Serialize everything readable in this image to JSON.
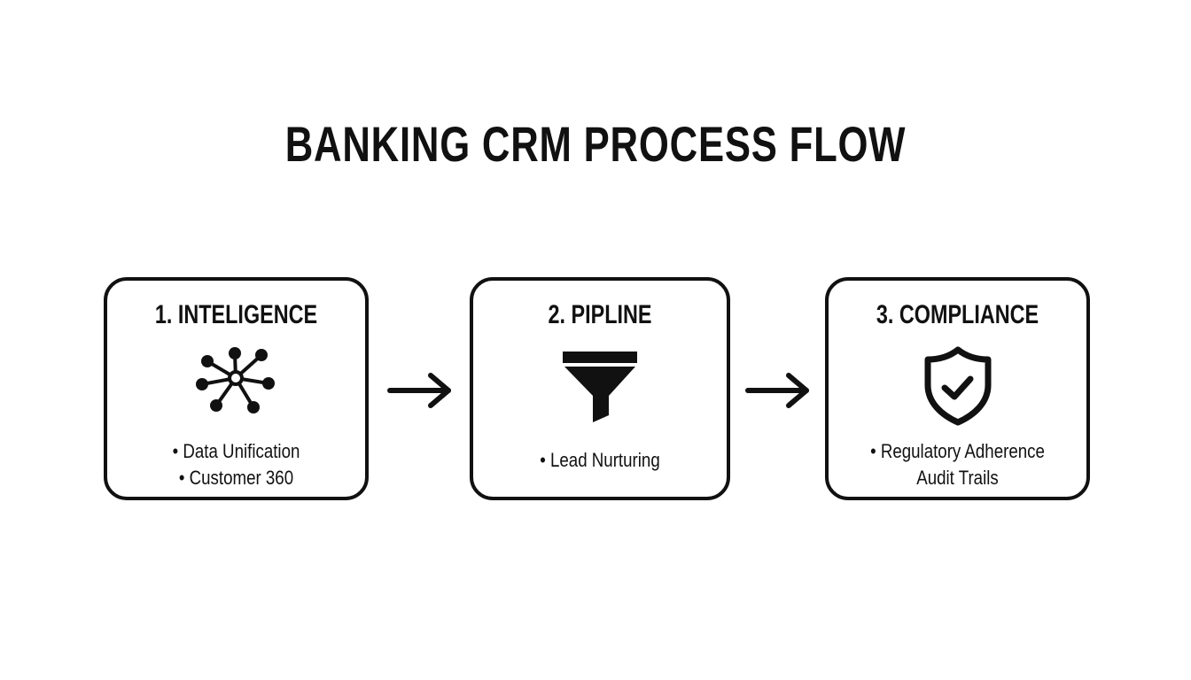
{
  "diagram": {
    "title": "BANKING CRM PROCESS FLOW",
    "steps": [
      {
        "title": "1. INTELIGENCE",
        "icon": "network-nodes-icon",
        "bullets": [
          "• Data Unification",
          "• Customer 360"
        ]
      },
      {
        "title": "2. PIPLINE",
        "icon": "funnel-icon",
        "bullets": [
          "• Lead Nurturing"
        ]
      },
      {
        "title": "3. COMPLIANCE",
        "icon": "shield-check-icon",
        "bullets": [
          "• Regulatory Adherence",
          "Audit Trails"
        ]
      }
    ],
    "connectors": [
      "arrow-right-icon",
      "arrow-right-icon"
    ],
    "colors": {
      "ink": "#111111",
      "background": "#ffffff"
    }
  }
}
